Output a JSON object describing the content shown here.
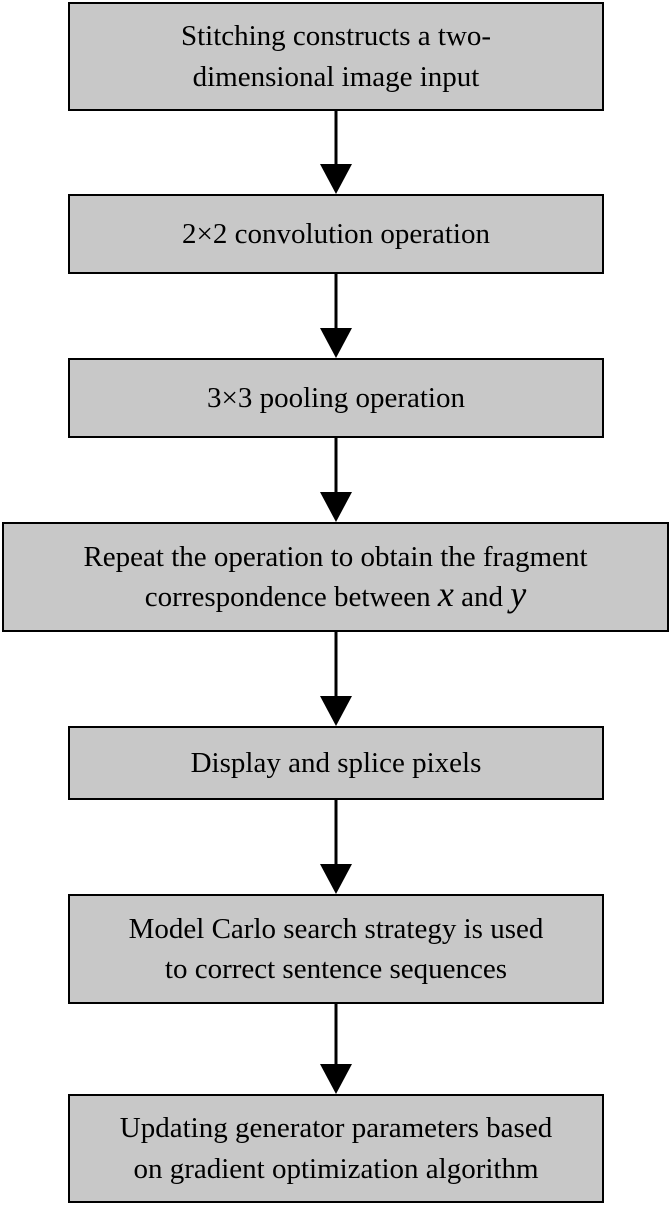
{
  "colors": {
    "box_fill": "#c8c8c8",
    "box_border": "#000000",
    "text": "#000000",
    "arrow": "#000000"
  },
  "steps": [
    {
      "lines": [
        "Stitching constructs a two-",
        "dimensional image input"
      ]
    },
    {
      "lines": [
        "2×2 convolution operation"
      ]
    },
    {
      "lines": [
        "3×3 pooling operation"
      ]
    },
    {
      "line1": "Repeat the operation to obtain the fragment",
      "line2_prefix": "correspondence between",
      "var_x": "x",
      "and_word": "and",
      "var_y": "y"
    },
    {
      "lines": [
        "Display and splice pixels"
      ]
    },
    {
      "lines": [
        "Model Carlo search strategy is used",
        "to correct sentence sequences"
      ]
    },
    {
      "lines": [
        "Updating generator parameters based",
        "on gradient optimization algorithm"
      ]
    }
  ]
}
